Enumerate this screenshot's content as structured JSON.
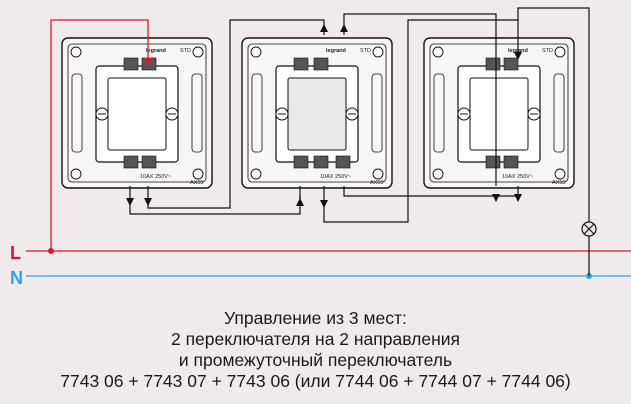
{
  "lines": {
    "L": {
      "label": "L",
      "color": "#e2132a"
    },
    "N": {
      "label": "N",
      "color": "#29a8e0"
    }
  },
  "devices": [
    {
      "brand": "legrand",
      "std": "STD",
      "rating": "10AX  250V~",
      "code": "AX55"
    },
    {
      "brand": "legrand",
      "std": "STD",
      "rating": "10AX  250V~",
      "code": "AX55"
    },
    {
      "brand": "legrand",
      "std": "STD",
      "rating": "10AX  250V~",
      "code": "AX55"
    }
  ],
  "caption": {
    "line1": "Управление из 3 мест:",
    "line2": "2 переключателя на 2 направления",
    "line3": "и промежуточный переключатель",
    "line4": "7743 06 + 7743 07 + 7743 06 (или 7744 06 + 7744 07 + 7744 06)"
  },
  "colors": {
    "wire": "#111111",
    "background": "#f1eaed"
  }
}
